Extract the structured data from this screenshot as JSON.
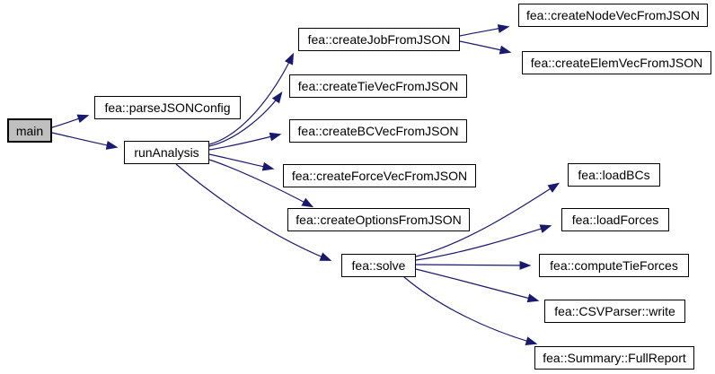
{
  "diagram": {
    "type": "call-graph",
    "colors": {
      "background": "#ffffff",
      "edge": "#191970",
      "node_border": "#000000",
      "node_fill": "#ffffff",
      "current_node_fill": "#bfbfbf",
      "text": "#000000"
    },
    "nodes": [
      {
        "id": "main",
        "label": "main",
        "current": true
      },
      {
        "id": "parseJSONConfig",
        "label": "fea::parseJSONConfig",
        "current": false
      },
      {
        "id": "runAnalysis",
        "label": "runAnalysis",
        "current": false
      },
      {
        "id": "createJobFromJSON",
        "label": "fea::createJobFromJSON",
        "current": false
      },
      {
        "id": "createNodeVecFromJSON",
        "label": "fea::createNodeVecFromJSON",
        "current": false
      },
      {
        "id": "createElemVecFromJSON",
        "label": "fea::createElemVecFromJSON",
        "current": false
      },
      {
        "id": "createTieVecFromJSON",
        "label": "fea::createTieVecFromJSON",
        "current": false
      },
      {
        "id": "createBCVecFromJSON",
        "label": "fea::createBCVecFromJSON",
        "current": false
      },
      {
        "id": "createForceVecFromJSON",
        "label": "fea::createForceVecFromJSON",
        "current": false
      },
      {
        "id": "createOptionsFromJSON",
        "label": "fea::createOptionsFromJSON",
        "current": false
      },
      {
        "id": "solve",
        "label": "fea::solve",
        "current": false
      },
      {
        "id": "loadBCs",
        "label": "fea::loadBCs",
        "current": false
      },
      {
        "id": "loadForces",
        "label": "fea::loadForces",
        "current": false
      },
      {
        "id": "computeTieForces",
        "label": "fea::computeTieForces",
        "current": false
      },
      {
        "id": "CSVParserWrite",
        "label": "fea::CSVParser::write",
        "current": false
      },
      {
        "id": "SummaryFullReport",
        "label": "fea::Summary::FullReport",
        "current": false
      }
    ],
    "edges": [
      {
        "from": "main",
        "to": "parseJSONConfig"
      },
      {
        "from": "main",
        "to": "runAnalysis"
      },
      {
        "from": "runAnalysis",
        "to": "createJobFromJSON"
      },
      {
        "from": "runAnalysis",
        "to": "createTieVecFromJSON"
      },
      {
        "from": "runAnalysis",
        "to": "createBCVecFromJSON"
      },
      {
        "from": "runAnalysis",
        "to": "createForceVecFromJSON"
      },
      {
        "from": "runAnalysis",
        "to": "createOptionsFromJSON"
      },
      {
        "from": "runAnalysis",
        "to": "solve"
      },
      {
        "from": "createJobFromJSON",
        "to": "createNodeVecFromJSON"
      },
      {
        "from": "createJobFromJSON",
        "to": "createElemVecFromJSON"
      },
      {
        "from": "solve",
        "to": "loadBCs"
      },
      {
        "from": "solve",
        "to": "loadForces"
      },
      {
        "from": "solve",
        "to": "computeTieForces"
      },
      {
        "from": "solve",
        "to": "CSVParserWrite"
      },
      {
        "from": "solve",
        "to": "SummaryFullReport"
      }
    ]
  }
}
